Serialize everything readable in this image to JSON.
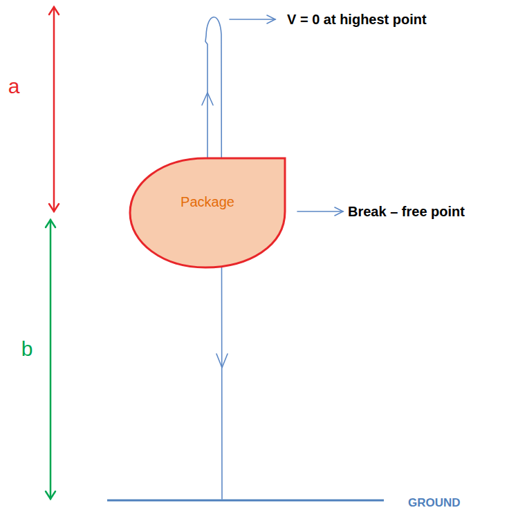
{
  "diagram": {
    "nodes": [
      {
        "text": [
          "Package"
        ]
      }
    ],
    "labels": [
      "a",
      "b",
      "V = 0 at highest point",
      "Break – free point",
      "GROUND"
    ]
  }
}
